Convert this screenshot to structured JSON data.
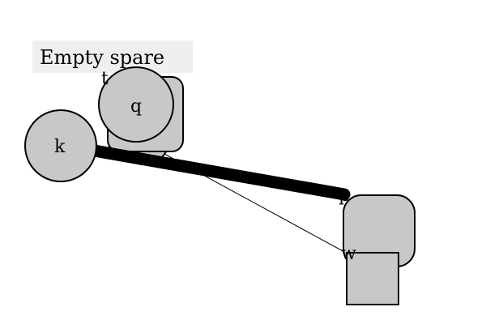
{
  "diagram": {
    "title": "Empty spare",
    "nodes": {
      "k": {
        "label": "k"
      },
      "q": {
        "label": "q"
      },
      "t": {
        "label": "t"
      },
      "p": {
        "label": "p"
      },
      "w": {
        "label": "w"
      }
    },
    "colors": {
      "fill": "#c8c8c8",
      "stroke": "#000000",
      "title_bg": "#efefef"
    }
  }
}
